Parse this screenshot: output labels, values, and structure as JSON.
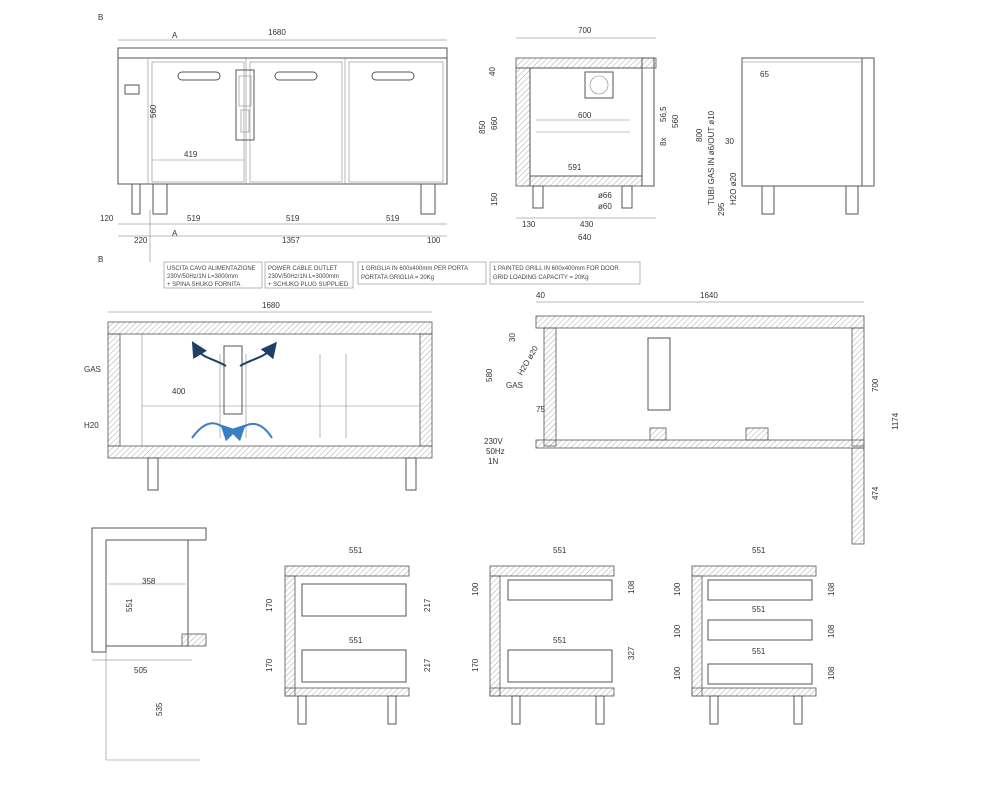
{
  "dims": {
    "top_width": "1680",
    "door_h": "560",
    "door_w": "419",
    "leg_h": "120",
    "bottom_519a": "519",
    "bottom_519b": "519",
    "bottom_519c": "519",
    "b220": "220",
    "b1357": "1357",
    "b100": "100",
    "side_width": "700",
    "side_40": "40",
    "side_850": "850",
    "side_660": "660",
    "side_150": "150",
    "side_600": "600",
    "side_591": "591",
    "side_565": "56,5",
    "side_8x": "8x",
    "side_560": "560",
    "side_o66": "ø66",
    "side_o60": "ø60",
    "side_130": "130",
    "side_430": "430",
    "side_640": "640",
    "r_65": "65",
    "r_800": "800",
    "r_30": "30",
    "r_295": "295",
    "r_tubi": "TUBI GAS IN ø6/OUT ø10",
    "r_h2o": "H2O ø20",
    "plan_1680": "1680",
    "plan_400": "400",
    "plan_gas": "GAS",
    "plan_h2o": "H20",
    "sec_40": "40",
    "sec_1640": "1640",
    "sec_30": "30",
    "sec_580": "580",
    "sec_h2o": "H2O ø20",
    "sec_gas": "GAS",
    "sec_75": "75",
    "sec_v": "230V",
    "sec_hz": "50Hz",
    "sec_1n": "1N",
    "sec_700": "700",
    "sec_1174": "1174",
    "sec_474": "474",
    "d1_358": "358",
    "d1_551": "551",
    "d1_505": "505",
    "d1_535": "535",
    "d2_551a": "551",
    "d2_551b": "551",
    "d2_170a": "170",
    "d2_170b": "170",
    "d2_217a": "217",
    "d2_217b": "217",
    "d3_551a": "551",
    "d3_551b": "551",
    "d3_100": "100",
    "d3_170": "170",
    "d3_108": "108",
    "d3_327": "327",
    "d4_551a": "551",
    "d4_551b": "551",
    "d4_551c": "551",
    "d4_100a": "100",
    "d4_100b": "100",
    "d4_100c": "100",
    "d4_108a": "108",
    "d4_108b": "108",
    "d4_108c": "108",
    "sec_A": "A",
    "sec_B": "B"
  },
  "notes": {
    "it_power": [
      "USCITA CAVO ALIMENTAZIONE",
      "230V/50Hz/1N L=3000mm",
      "+ SPINA SHUKO FORNITA"
    ],
    "en_power": [
      "POWER CABLE OUTLET",
      "230V/50Hz/1N L=3000mm",
      "+ SCHUKO PLUG SUPPLIED"
    ],
    "it_grid": [
      "1 GRIGLIA IN 600x400mm PER PORTA",
      "PORTATA GRIGLIA = 20Kg"
    ],
    "en_grid": [
      "1 PAINTED GRILL IN 600x400mm FOR DOOR",
      "GRID LOADING CAPACITY = 20Kg"
    ]
  },
  "colors": {
    "line": "#555555",
    "airflow": "#3a7fc4",
    "airflow_dark": "#1f3f66"
  },
  "icons": {
    "airflow": "airflow-arrow-icon",
    "fan": "fan-icon",
    "plug": "power-plug-icon"
  }
}
